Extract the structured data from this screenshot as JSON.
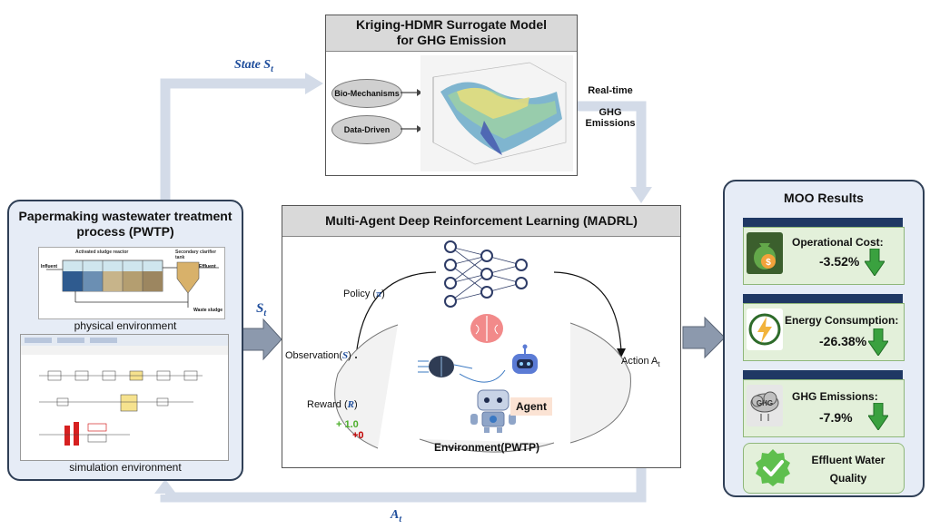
{
  "surrogate": {
    "title_line1": "Kriging-HDMR Surrogate Model",
    "title_line2": "for GHG Emission",
    "ellipse_top": "Bio-Mechanisms",
    "ellipse_bottom": "Data-Driven"
  },
  "arrows": {
    "state_top": "State S",
    "state_top_sub": "t",
    "realtime_1": "Real-time",
    "realtime_2": "GHG",
    "realtime_3": "Emissions",
    "state_left": "S",
    "state_left_sub": "t",
    "action_bottom": "A",
    "action_bottom_sub": "t"
  },
  "pwtp": {
    "title_line1": "Papermaking wastewater treatment",
    "title_line2": "process (PWTP)",
    "physical_caption": "physical environment",
    "simulation_caption": "simulation environment",
    "schematic_header": "Activated sludge reactor",
    "schematic_clarifier": "Secondary clarifier tank",
    "schematic_influent": "Influent",
    "schematic_effluent": "Effluent",
    "schematic_waste": "Waste sludge"
  },
  "madrl": {
    "title": "Multi-Agent Deep Reinforcement Learning (MADRL)",
    "policy_label": "Policy (",
    "policy_symbol": "π",
    "observation_label": "Observation(",
    "observation_symbol": "S",
    "action_label": "Action A",
    "action_sub": "t",
    "reward_label": "Reward (",
    "reward_symbol": "R",
    "reward_pos": "+ 1.0",
    "reward_zero": "+0",
    "agent_label": "Agent",
    "environment_label": "Environment(PWTP)"
  },
  "moo": {
    "title": "MOO Results",
    "cost_label": "Operational Cost:",
    "cost_value": "-3.52%",
    "energy_label": "Energy Consumption:",
    "energy_value": "-26.38%",
    "ghg_label": "GHG Emissions:",
    "ghg_value": "-7.9%",
    "ghg_icon_text": "GHG",
    "effluent_line1": "Effluent Water",
    "effluent_line2": "Quality"
  },
  "colors": {
    "flow_arrow": "#d3dbe8",
    "panel_border": "#2f3f56",
    "moo_band": "#1f3864",
    "down_arrow_green": "#3aa13f",
    "reward_green": "#4caf2a",
    "reward_red": "#c00000",
    "symbol_blue": "#1f4e9c"
  }
}
